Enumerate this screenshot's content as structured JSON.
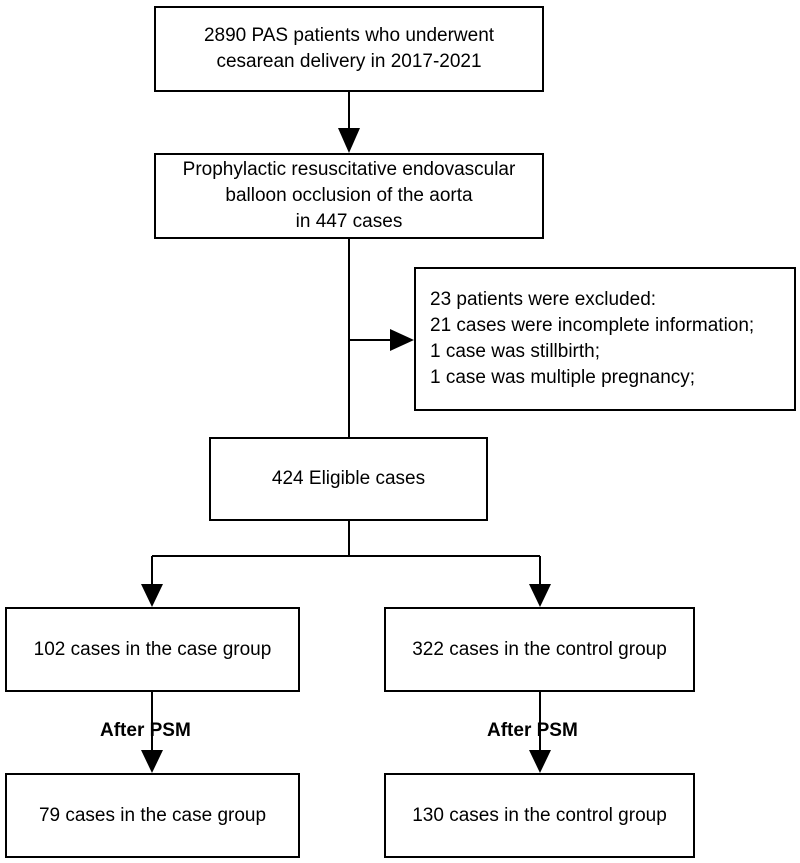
{
  "nodes": {
    "total": {
      "lines": [
        "2890 PAS patients who underwent",
        "cesarean delivery in 2017-2021"
      ]
    },
    "reboa": {
      "lines": [
        "Prophylactic resuscitative endovascular",
        "balloon occlusion of the aorta",
        "in 447 cases"
      ]
    },
    "excluded": {
      "lines": [
        "23 patients were excluded:",
        "21 cases were incomplete information;",
        "1 case was stillbirth;",
        "1 case was multiple pregnancy;"
      ]
    },
    "eligible": {
      "lines": [
        "424 Eligible cases"
      ]
    },
    "case_group": {
      "lines": [
        "102 cases in the case group"
      ]
    },
    "control_group": {
      "lines": [
        "322 cases in the control group"
      ]
    },
    "case_after": {
      "lines": [
        "79 cases in the case group"
      ]
    },
    "control_after": {
      "lines": [
        "130 cases in the control group"
      ]
    }
  },
  "labels": {
    "psm_left": "After PSM",
    "psm_right": "After PSM"
  }
}
